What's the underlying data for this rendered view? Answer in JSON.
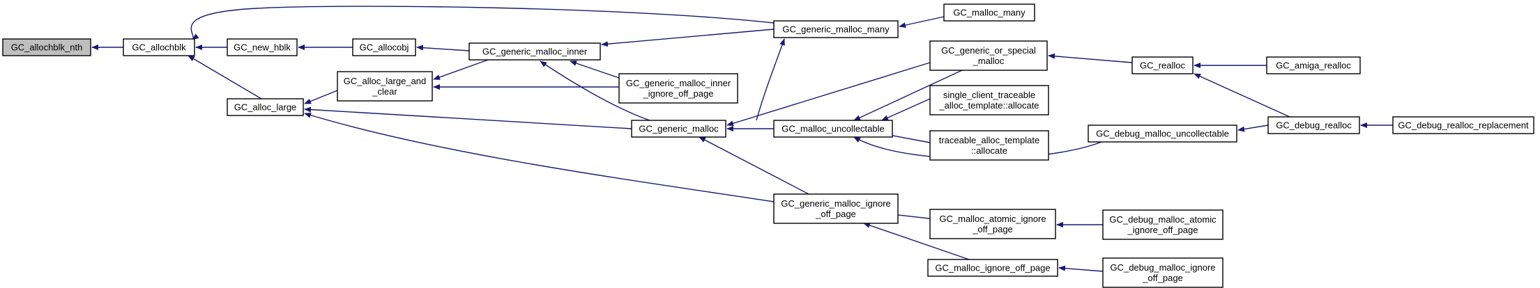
{
  "colors": {
    "background": "#ffffff",
    "node_fill": "#ffffff",
    "focus_node_fill": "#bfbfbf",
    "node_border": "#000000",
    "edge": "#191970"
  },
  "nodes": {
    "gc_allochblk_nth": [
      "GC_allochblk_nth"
    ],
    "gc_allochblk": [
      "GC_allochblk"
    ],
    "gc_new_hblk": [
      "GC_new_hblk"
    ],
    "gc_alloc_large": [
      "GC_alloc_large"
    ],
    "gc_allocobj": [
      "GC_allocobj"
    ],
    "gc_alloc_large_and_clear": [
      "GC_alloc_large_and",
      "_clear"
    ],
    "gc_generic_malloc_inner": [
      "GC_generic_malloc_inner"
    ],
    "gc_generic_malloc_many": [
      "GC_generic_malloc_many"
    ],
    "gc_malloc_many": [
      "GC_malloc_many"
    ],
    "gc_generic_malloc_inner_ignore_off_page": [
      "GC_generic_malloc_inner",
      "_ignore_off_page"
    ],
    "gc_generic_malloc": [
      "GC_generic_malloc"
    ],
    "gc_generic_malloc_ignore_off_page": [
      "GC_generic_malloc_ignore",
      "_off_page"
    ],
    "gc_generic_or_special_malloc": [
      "GC_generic_or_special",
      "_malloc"
    ],
    "gc_malloc_uncollectable": [
      "GC_malloc_uncollectable"
    ],
    "single_client_traceable_alloc_template_allocate": [
      "single_client_traceable",
      "_alloc_template::allocate"
    ],
    "traceable_alloc_template_allocate": [
      "traceable_alloc_template",
      "::allocate"
    ],
    "gc_malloc_atomic_ignore_off_page": [
      "GC_malloc_atomic_ignore",
      "_off_page"
    ],
    "gc_malloc_ignore_off_page": [
      "GC_malloc_ignore_off_page"
    ],
    "gc_realloc": [
      "GC_realloc"
    ],
    "gc_debug_malloc_uncollectable": [
      "GC_debug_malloc_uncollectable"
    ],
    "gc_debug_malloc_atomic_ignore_off_page": [
      "GC_debug_malloc_atomic",
      "_ignore_off_page"
    ],
    "gc_debug_malloc_ignore_off_page": [
      "GC_debug_malloc_ignore",
      "_off_page"
    ],
    "gc_amiga_realloc": [
      "GC_amiga_realloc"
    ],
    "gc_debug_realloc": [
      "GC_debug_realloc"
    ],
    "gc_debug_realloc_replacement": [
      "GC_debug_realloc_replacement"
    ]
  },
  "focus_node": "gc_allochblk_nth",
  "edges": [
    [
      "gc_allochblk",
      "gc_allochblk_nth"
    ],
    [
      "gc_new_hblk",
      "gc_allochblk"
    ],
    [
      "gc_alloc_large",
      "gc_allochblk"
    ],
    [
      "gc_generic_malloc_many",
      "gc_allochblk"
    ],
    [
      "gc_allocobj",
      "gc_new_hblk"
    ],
    [
      "gc_generic_malloc_inner",
      "gc_allocobj"
    ],
    [
      "gc_alloc_large_and_clear",
      "gc_alloc_large"
    ],
    [
      "gc_generic_malloc",
      "gc_alloc_large"
    ],
    [
      "gc_generic_malloc_ignore_off_page",
      "gc_alloc_large"
    ],
    [
      "gc_generic_malloc_inner",
      "gc_alloc_large_and_clear"
    ],
    [
      "gc_generic_malloc_inner_ignore_off_page",
      "gc_alloc_large_and_clear"
    ],
    [
      "gc_generic_malloc_many",
      "gc_generic_malloc_inner"
    ],
    [
      "gc_generic_malloc_inner_ignore_off_page",
      "gc_generic_malloc_inner"
    ],
    [
      "gc_generic_malloc",
      "gc_generic_malloc_inner"
    ],
    [
      "gc_malloc_many",
      "gc_generic_malloc_many"
    ],
    [
      "gc_generic_malloc",
      "gc_generic_malloc_many"
    ],
    [
      "gc_generic_or_special_malloc",
      "gc_generic_malloc"
    ],
    [
      "gc_malloc_uncollectable",
      "gc_generic_malloc"
    ],
    [
      "gc_generic_malloc_ignore_off_page",
      "gc_generic_malloc"
    ],
    [
      "gc_generic_or_special_malloc",
      "gc_malloc_uncollectable"
    ],
    [
      "single_client_traceable_alloc_template_allocate",
      "gc_malloc_uncollectable"
    ],
    [
      "traceable_alloc_template_allocate",
      "gc_malloc_uncollectable"
    ],
    [
      "gc_debug_malloc_uncollectable",
      "gc_malloc_uncollectable"
    ],
    [
      "gc_malloc_atomic_ignore_off_page",
      "gc_generic_malloc_ignore_off_page"
    ],
    [
      "gc_malloc_ignore_off_page",
      "gc_generic_malloc_ignore_off_page"
    ],
    [
      "gc_realloc",
      "gc_generic_or_special_malloc"
    ],
    [
      "gc_amiga_realloc",
      "gc_realloc"
    ],
    [
      "gc_debug_realloc",
      "gc_realloc"
    ],
    [
      "gc_debug_realloc",
      "gc_debug_malloc_uncollectable"
    ],
    [
      "gc_debug_realloc_replacement",
      "gc_debug_realloc"
    ],
    [
      "gc_debug_malloc_atomic_ignore_off_page",
      "gc_malloc_atomic_ignore_off_page"
    ],
    [
      "gc_debug_malloc_ignore_off_page",
      "gc_malloc_ignore_off_page"
    ]
  ]
}
